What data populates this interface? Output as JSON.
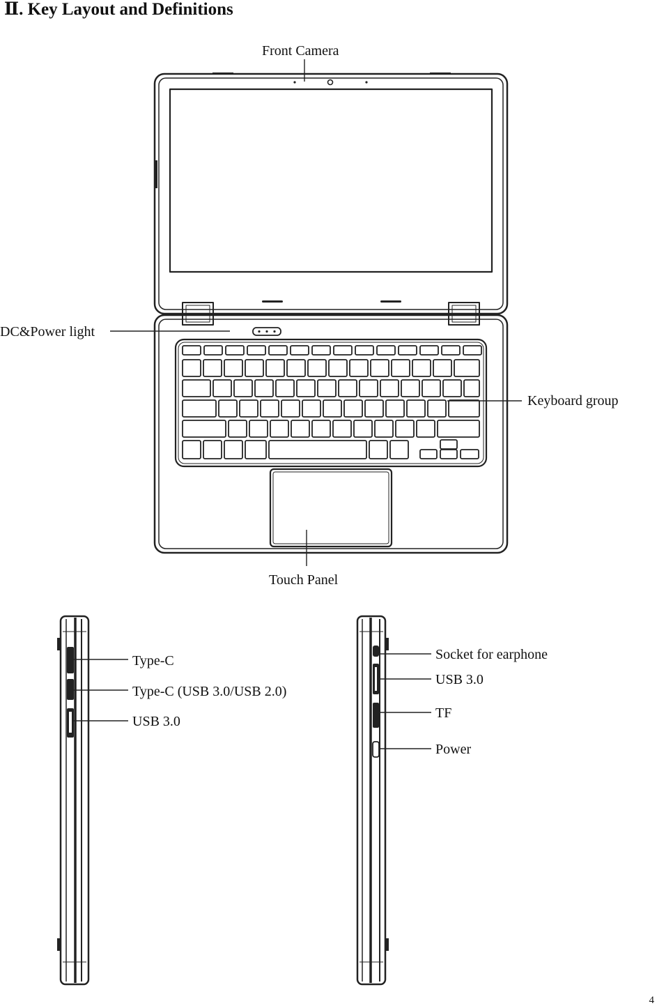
{
  "page": {
    "heading": "Ⅱ. Key Layout and Definitions",
    "page_number": "4"
  },
  "top_view": {
    "labels": {
      "front_camera": "Front Camera",
      "dc_power_light": "DC&Power light",
      "keyboard_group": "Keyboard group",
      "touch_panel": "Touch Panel"
    }
  },
  "left_side_view": {
    "labels": [
      "Type-C",
      "Type-C (USB 3.0/USB 2.0)",
      "USB 3.0"
    ]
  },
  "right_side_view": {
    "labels": [
      "Socket for earphone",
      "USB 3.0",
      "TF",
      "Power"
    ]
  }
}
